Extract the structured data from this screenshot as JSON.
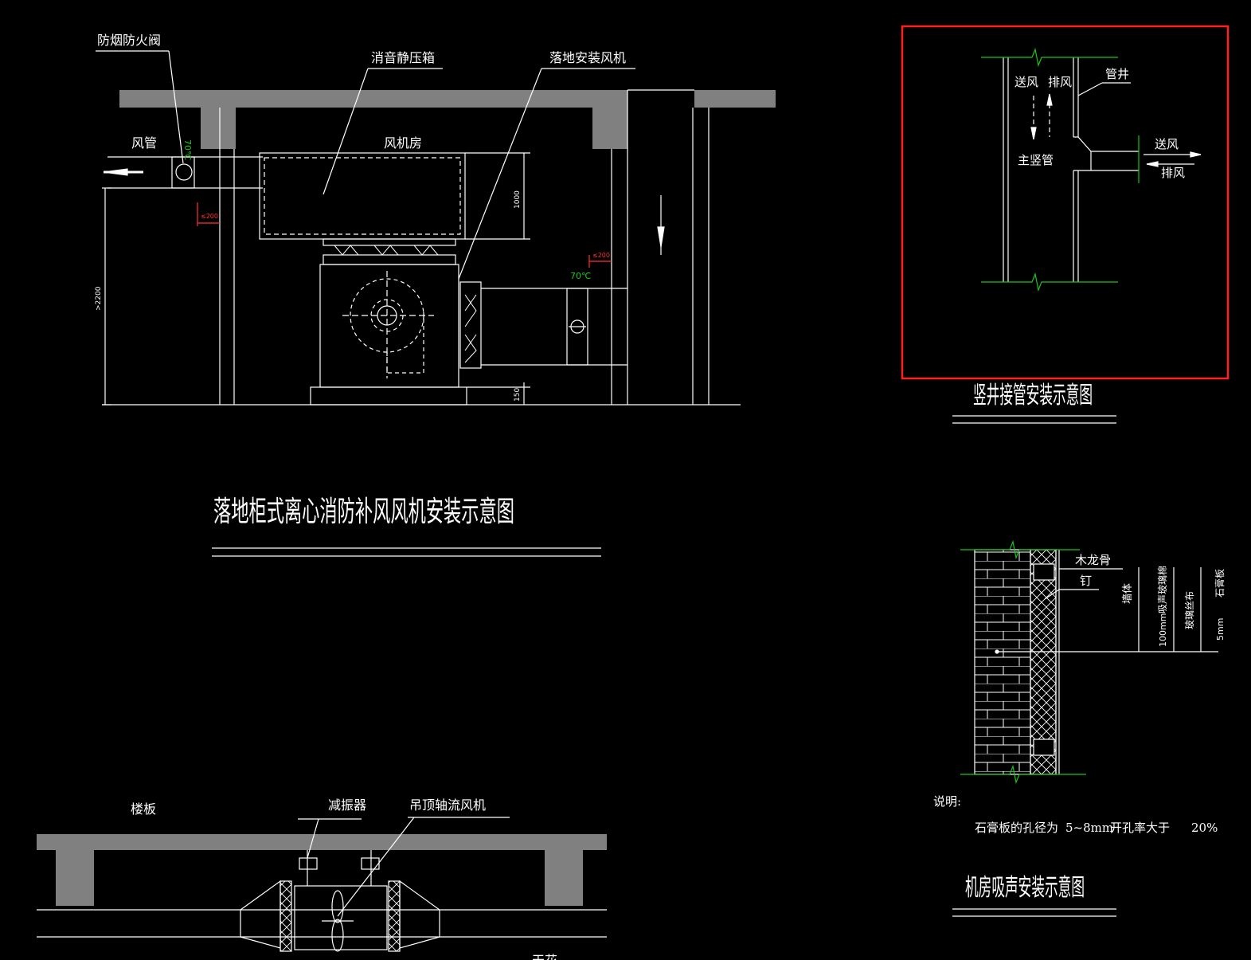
{
  "colors": {
    "background": "#000000",
    "line": "#ffffff",
    "slab": "#808080",
    "green": "#19c519",
    "red_dimension": "#ff3030",
    "highlight_box": "#ff2020"
  },
  "fan_room": {
    "title": "落地柜式离心消防补风风机安装示意图",
    "labels": {
      "fire_damper": "防烟防火阀",
      "plenum_box": "消音静压箱",
      "floor_fan": "落地安装风机",
      "duct": "风管",
      "fan_room": "风机房",
      "temp_left": "70℃",
      "temp_right": "70℃",
      "dim_1000": "1000",
      "dim_2200": ">2200",
      "dim_150": "150",
      "dim_left_red": "≤200",
      "dim_right_red": "≤200"
    }
  },
  "shaft": {
    "title": "竖井接管安装示意图",
    "labels": {
      "supply_top": "送风",
      "exhaust_top": "排风",
      "shaft": "管井",
      "main_riser": "主竖管",
      "supply_right": "送风",
      "exhaust_right": "排风"
    }
  },
  "ceiling_fan": {
    "labels": {
      "floor_slab": "楼板",
      "damper": "减振器",
      "axial_fan": "吊顶轴流风机",
      "cut_text": "天花"
    }
  },
  "acoustic": {
    "title": "机房吸声安装示意图",
    "labels": {
      "keel": "木龙骨",
      "nail": "钉",
      "wall": "墙体",
      "glasswool": "吸声玻璃棉",
      "glasscloth": "玻璃丝布",
      "gypsum": "石膏板",
      "t100": "100mm",
      "t5": "5mm"
    },
    "notes_heading": "说明:",
    "note_text": "石膏板的孔径为",
    "note_size": "5~8mm",
    "note_rate_text": "开孔率大于",
    "note_rate": "20%"
  }
}
